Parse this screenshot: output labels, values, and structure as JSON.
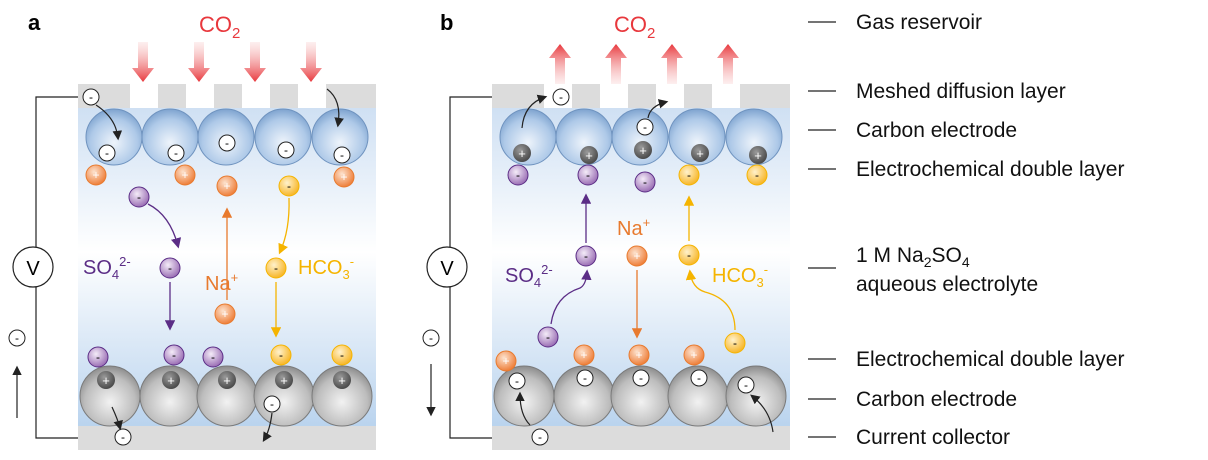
{
  "panels": {
    "a": {
      "letter": "a",
      "gas": "CO",
      "gas_sub": "2",
      "voltmeter": "V",
      "ion_anion": "SO",
      "ion_anion_sub": "4",
      "ion_anion_sup": "2-",
      "ion_cation": "Na",
      "ion_cation_sup": "+",
      "ion_bicarb": "HCO",
      "ion_bicarb_sub": "3",
      "ion_bicarb_sup": "-"
    },
    "b": {
      "letter": "b",
      "gas": "CO",
      "gas_sub": "2",
      "voltmeter": "V",
      "ion_anion": "SO",
      "ion_anion_sub": "4",
      "ion_anion_sup": "2-",
      "ion_cation": "Na",
      "ion_cation_sup": "+",
      "ion_bicarb": "HCO",
      "ion_bicarb_sub": "3",
      "ion_bicarb_sup": "-"
    }
  },
  "legend": {
    "gas_reservoir": "Gas reservoir",
    "meshed_layer": "Meshed diffusion layer",
    "carbon_top": "Carbon electrode",
    "edl_top": "Electrochemical double layer",
    "electrolyte_l1a": "1 M Na",
    "electrolyte_l1b": "2",
    "electrolyte_l1c": "SO",
    "electrolyte_l1d": "4",
    "electrolyte_l2": "aqueous electrolyte",
    "edl_bottom": "Electrochemical double layer",
    "carbon_bottom": "Carbon electrode",
    "collector": "Current collector"
  },
  "glyphs": {
    "plus": "+",
    "minus": "-"
  },
  "colors": {
    "co2": "#e8383d",
    "sulfate": "#5b2d86",
    "sodium": "#e87a2e",
    "bicarbonate": "#f5b400",
    "electrolyte_top": "#ffffff",
    "electrolyte_bottom": "#b9d3ee"
  }
}
